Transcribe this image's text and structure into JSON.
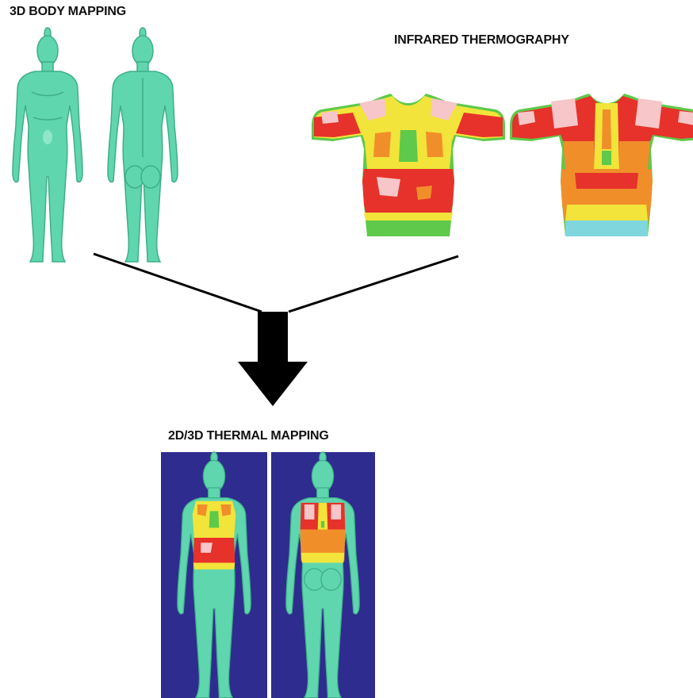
{
  "labels": {
    "body_mapping": "3D BODY MAPPING",
    "infrared": "INFRARED THERMOGRAPHY",
    "thermal_mapping": "2D/3D THERMAL MAPPING"
  },
  "colors": {
    "body": "#5fd6ae",
    "body_shade": "#3fae8a",
    "thermal_red": "#e6322a",
    "thermal_orange": "#f08f2a",
    "thermal_yellow": "#f2e43a",
    "thermal_green": "#5ec94a",
    "thermal_pink": "#f6c6c8",
    "thermal_cyan": "#7fd6dc",
    "panel_bg": "#2e2c8e",
    "line": "#000000"
  }
}
